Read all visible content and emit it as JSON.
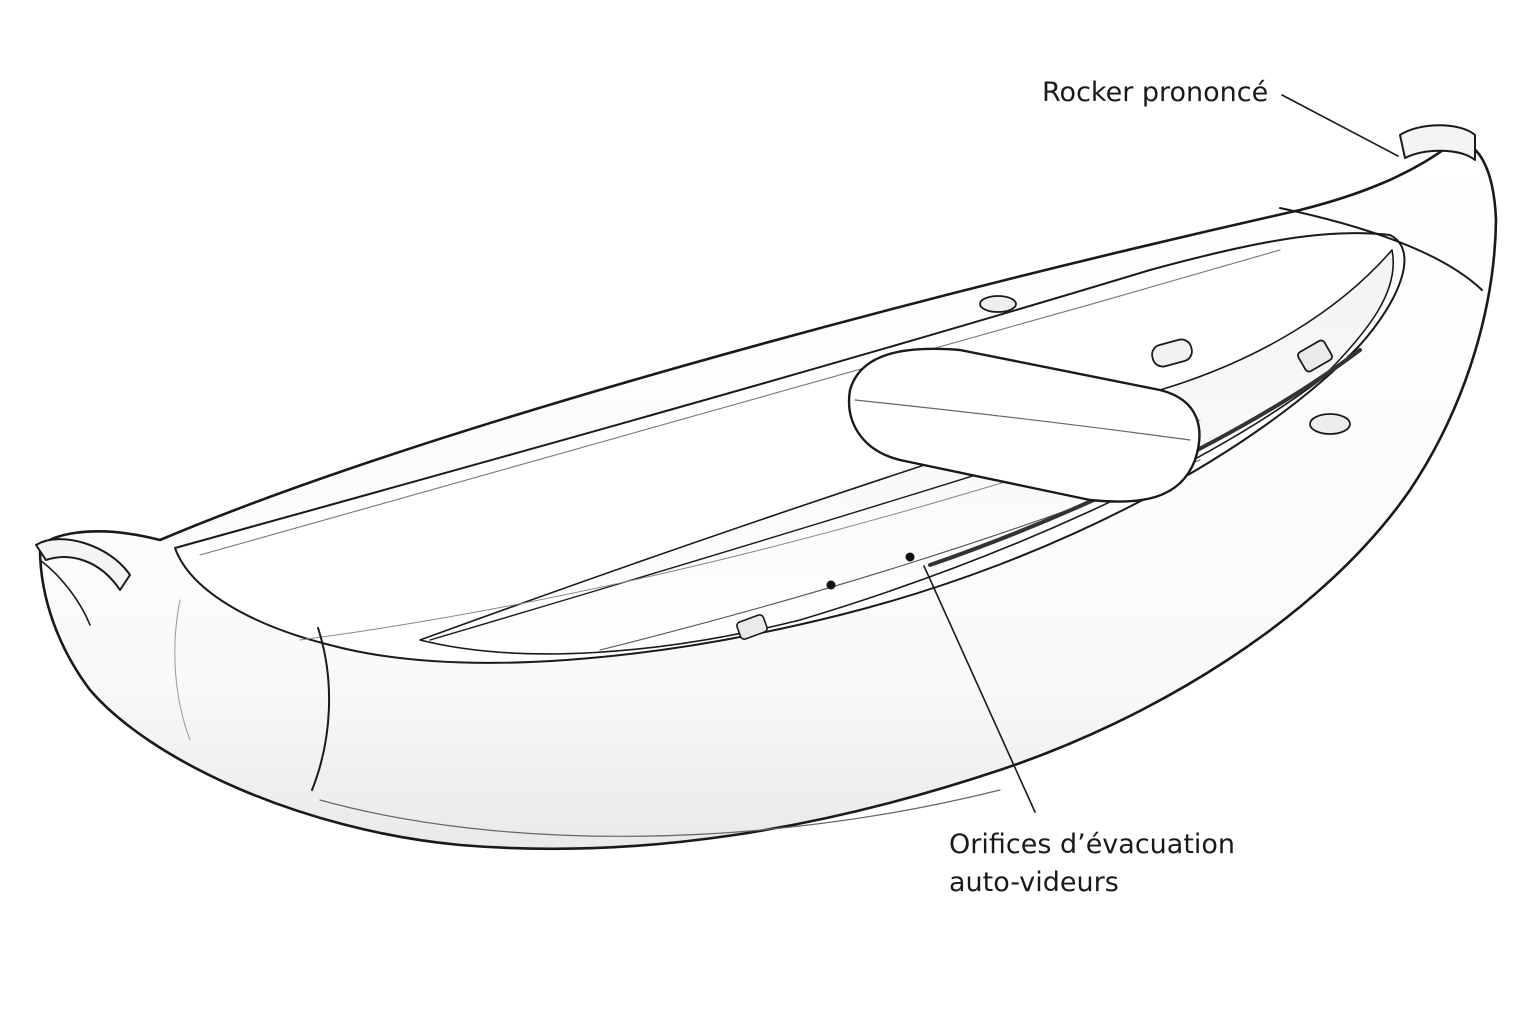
{
  "diagram": {
    "subject": "inflatable-kayak",
    "line_color": "#1a1a1a",
    "fill_color": "#ffffff",
    "shade_color": "#efefef"
  },
  "callouts": {
    "rocker": {
      "text": "Rocker prononcé"
    },
    "orifices": {
      "line1": "Orifices d’évacuation",
      "line2": "auto-videurs"
    }
  }
}
